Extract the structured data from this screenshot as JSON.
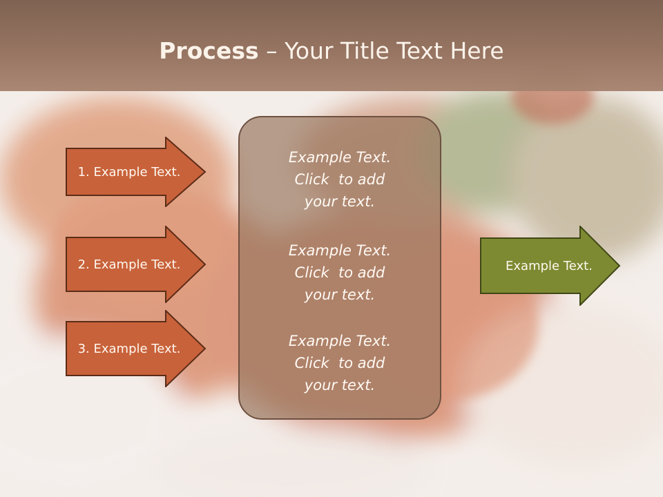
{
  "slide": {
    "title_bold": "Process",
    "title_rest": " – Your Title Text Here"
  },
  "left_arrows": [
    {
      "label": "1. Example Text."
    },
    {
      "label": "2. Example Text."
    },
    {
      "label": "3. Example Text."
    }
  ],
  "center_panel": {
    "blocks": [
      {
        "lines": [
          "Example Text.",
          "Click  to add",
          "your text."
        ]
      },
      {
        "lines": [
          "Example Text.",
          "Click  to add",
          "your text."
        ]
      },
      {
        "lines": [
          "Example Text.",
          "Click  to add",
          "your text."
        ]
      }
    ]
  },
  "right_arrow": {
    "label": "Example Text."
  },
  "colors": {
    "left_arrow_fill": "#c8623a",
    "left_arrow_stroke": "#5b2c18",
    "right_arrow_fill": "#7d8a31",
    "right_arrow_stroke": "#3f4716",
    "panel_fill": "#98765f",
    "title_band": "#8a6a57"
  }
}
